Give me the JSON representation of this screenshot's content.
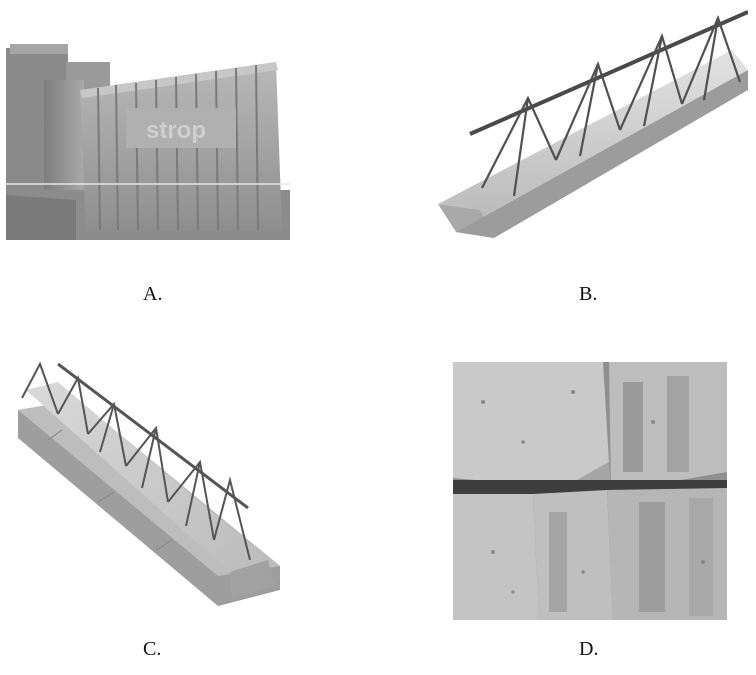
{
  "options": [
    {
      "key": "A",
      "caption": "A.",
      "stamp": "strop",
      "image": "ribbed-concrete-wall-blocks"
    },
    {
      "key": "B",
      "caption": "B.",
      "image": "prestressed-beam-with-lattice-truss"
    },
    {
      "key": "C",
      "caption": "C.",
      "image": "lattice-girder-beam-with-flange"
    },
    {
      "key": "D",
      "caption": "D.",
      "image": "stacked-aerated-concrete-blocks"
    }
  ]
}
